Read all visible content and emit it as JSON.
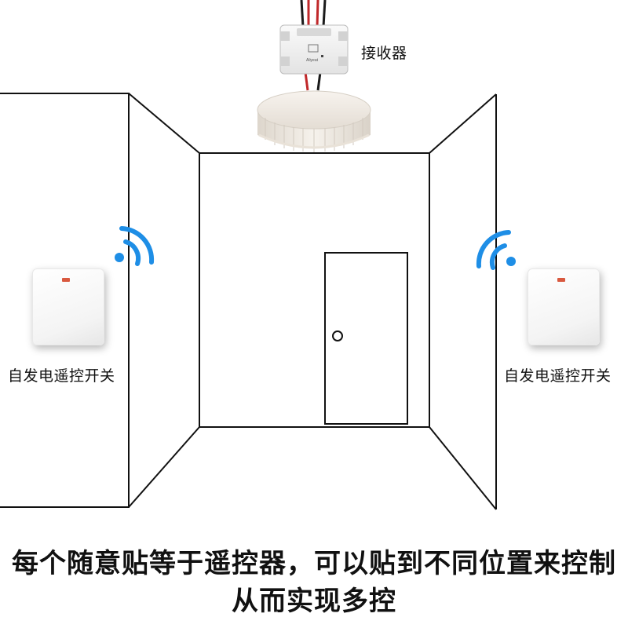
{
  "labels": {
    "receiver": "接收器",
    "left_switch": "自发电遥控开关",
    "right_switch": "自发电遥控开关",
    "receiver_brand": "Aliyeat"
  },
  "caption": {
    "line1": "每个随意贴等于遥控器，可以贴到不同位置来控制",
    "line2": "从而实现多控"
  },
  "colors": {
    "line": "#111111",
    "wifi": "#1e8ee6",
    "wire_red": "#c0282a",
    "wire_black": "#1a1a1a",
    "lamp": "#f1ece6",
    "switch_led": "#d9593f"
  }
}
